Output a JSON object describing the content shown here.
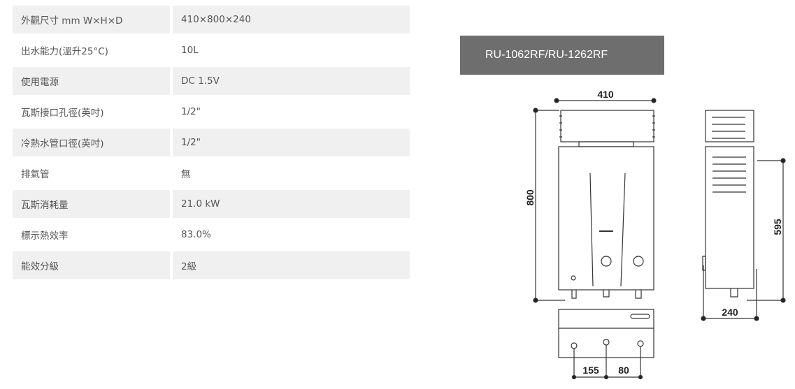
{
  "specs": [
    {
      "label": "外觀尺寸 mm W×H×D",
      "value": "410×800×240"
    },
    {
      "label": "出水能力(溫升25°C)",
      "value": "10L"
    },
    {
      "label": "使用電源",
      "value": "DC 1.5V"
    },
    {
      "label": "瓦斯接口孔徑(英吋)",
      "value": "1/2\""
    },
    {
      "label": "冷熱水管口徑(英吋)",
      "value": "1/2\""
    },
    {
      "label": "排氣管",
      "value": "無"
    },
    {
      "label": "瓦斯消耗量",
      "value": "21.0 kW"
    },
    {
      "label": "標示熱效率",
      "value": "83.0%"
    },
    {
      "label": "能效分級",
      "value": "2級"
    }
  ],
  "diagram": {
    "model": "RU-1062RF/RU-1262RF",
    "dims": {
      "width": "410",
      "height": "800",
      "depth": "240",
      "side_height": "595",
      "pipe1": "155",
      "pipe2": "80"
    }
  }
}
